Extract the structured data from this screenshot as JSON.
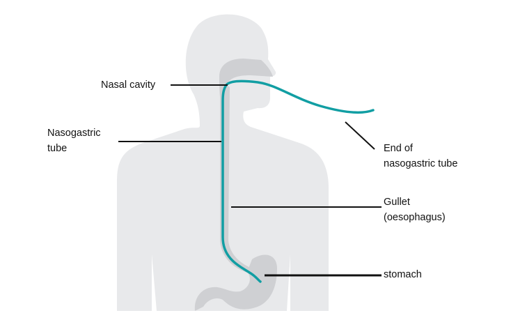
{
  "labels": {
    "nasal_cavity": "Nasal cavity",
    "nasogastric_tube": [
      "Nasogastric",
      "tube"
    ],
    "end_of_tube": [
      "End of",
      "nasogastric tube"
    ],
    "gullet": [
      "Gullet",
      "(oesophagus)"
    ],
    "stomach": "stomach"
  },
  "colors": {
    "body": "#e8e9eb",
    "organ": "#cfd0d3",
    "tube": "#119ea3",
    "line": "#111111"
  }
}
